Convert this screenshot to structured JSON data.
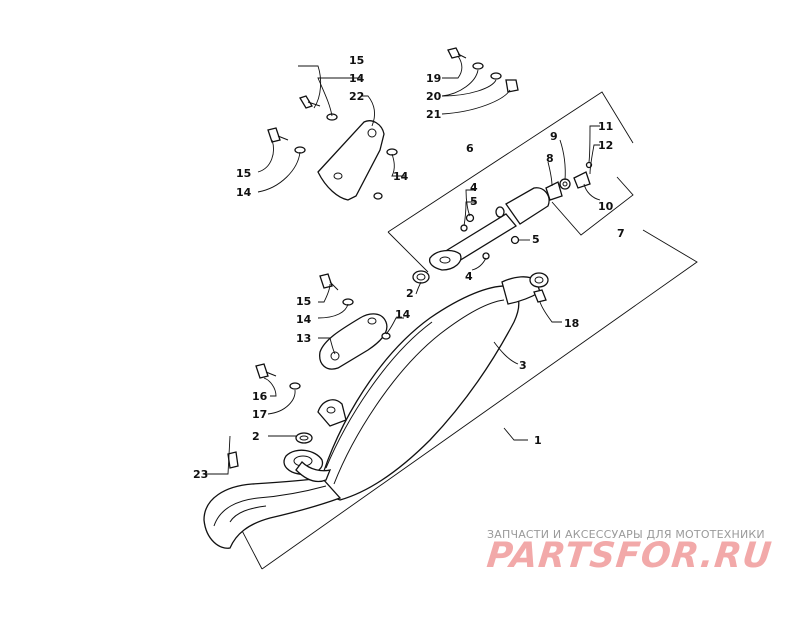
{
  "diagram": {
    "labels": [
      {
        "id": "15a",
        "text": "15"
      },
      {
        "id": "14a",
        "text": "14"
      },
      {
        "id": "22",
        "text": "22"
      },
      {
        "id": "15b",
        "text": "15"
      },
      {
        "id": "14b",
        "text": "14"
      },
      {
        "id": "14c",
        "text": "14"
      },
      {
        "id": "19",
        "text": "19"
      },
      {
        "id": "20",
        "text": "20"
      },
      {
        "id": "21",
        "text": "21"
      },
      {
        "id": "6",
        "text": "6"
      },
      {
        "id": "9",
        "text": "9"
      },
      {
        "id": "11",
        "text": "11"
      },
      {
        "id": "12",
        "text": "12"
      },
      {
        "id": "8",
        "text": "8"
      },
      {
        "id": "10",
        "text": "10"
      },
      {
        "id": "7",
        "text": "7"
      },
      {
        "id": "4a",
        "text": "4"
      },
      {
        "id": "5a",
        "text": "5"
      },
      {
        "id": "5b",
        "text": "5"
      },
      {
        "id": "4b",
        "text": "4"
      },
      {
        "id": "2a",
        "text": "2"
      },
      {
        "id": "15c",
        "text": "15"
      },
      {
        "id": "14d",
        "text": "14"
      },
      {
        "id": "14e",
        "text": "14"
      },
      {
        "id": "13",
        "text": "13"
      },
      {
        "id": "18",
        "text": "18"
      },
      {
        "id": "3",
        "text": "3"
      },
      {
        "id": "16",
        "text": "16"
      },
      {
        "id": "17",
        "text": "17"
      },
      {
        "id": "2b",
        "text": "2"
      },
      {
        "id": "1",
        "text": "1"
      },
      {
        "id": "23",
        "text": "23"
      }
    ]
  },
  "watermark": {
    "caption": "ЗАПЧАСТИ И АКСЕССУАРЫ ДЛЯ МОТОТЕХНИКИ",
    "logo_text": "PARTSFOR.RU",
    "caption_color": "#9a9a9a",
    "logo_color": "#f2a9a9"
  }
}
